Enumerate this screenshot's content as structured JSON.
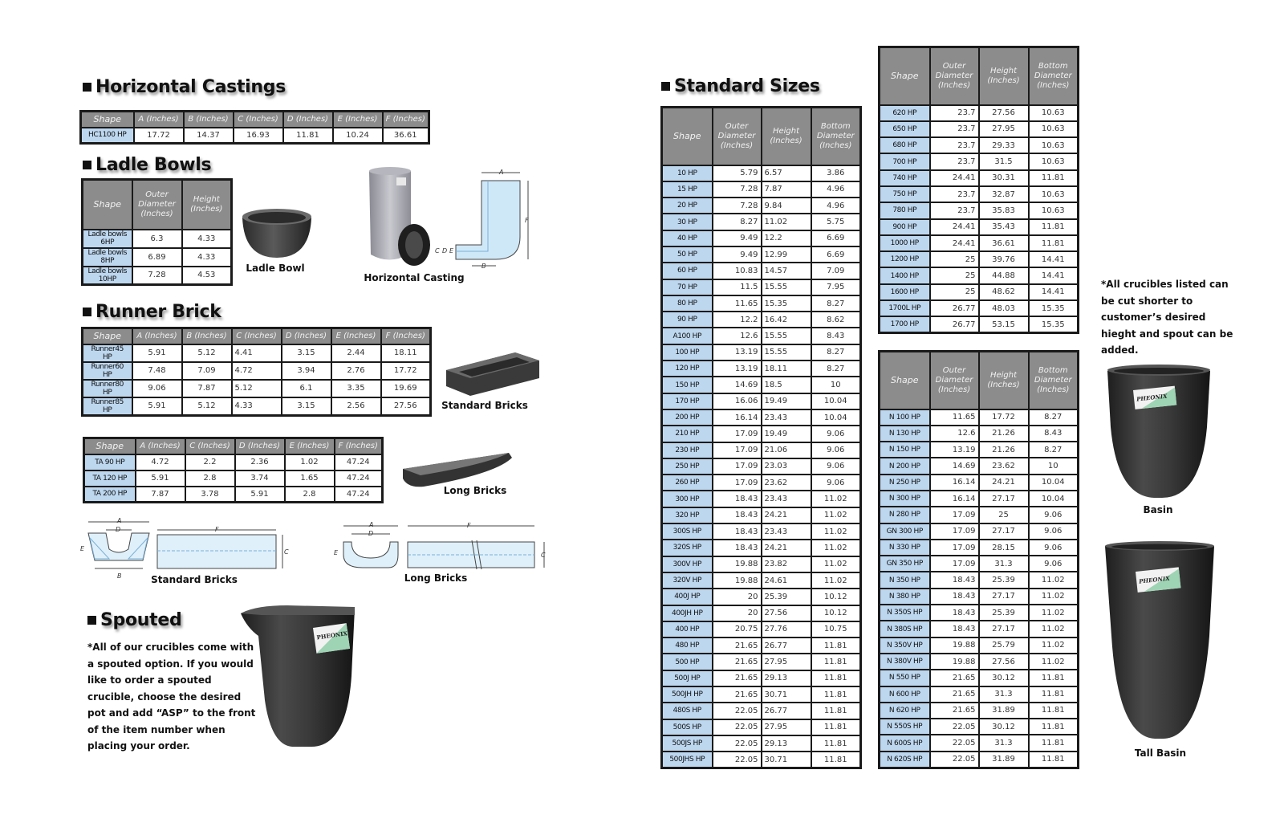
{
  "colors": {
    "header_bg": "#8c8c8c",
    "shape_cell_bg": "#bdd7ef",
    "border": "#1a1a1a"
  },
  "horizontal_castings": {
    "title": "Horizontal Castings",
    "columns": [
      "Shape",
      "A (Inches)",
      "B (Inches)",
      "C (Inches)",
      "D (Inches)",
      "E (Inches)",
      "F (Inches)"
    ],
    "rows": [
      [
        "HC1100 HP",
        "17.72",
        "14.37",
        "16.93",
        "11.81",
        "10.24",
        "36.61"
      ]
    ],
    "image_label": "Horizontal Casting",
    "diagram_labels": [
      "A",
      "B",
      "C",
      "D",
      "E",
      "F"
    ]
  },
  "ladle_bowls": {
    "title": "Ladle Bowls",
    "columns": [
      "Shape",
      "Outer Diameter (Inches)",
      "Height (Inches)"
    ],
    "rows": [
      [
        "Ladle bowls 6HP",
        "6.3",
        "4.33"
      ],
      [
        "Ladle bowls 8HP",
        "6.89",
        "4.33"
      ],
      [
        "Ladle bowls 10HP",
        "7.28",
        "4.53"
      ]
    ],
    "image_label": "Ladle Bowl"
  },
  "runner_brick": {
    "title": "Runner Brick",
    "columns": [
      "Shape",
      "A (Inches)",
      "B (Inches)",
      "C (Inches)",
      "D (Inches)",
      "E (Inches)",
      "F (Inches)"
    ],
    "rows": [
      [
        "Runner45 HP",
        "5.91",
        "5.12",
        "4.41",
        "3.15",
        "2.44",
        "18.11"
      ],
      [
        "Runner60 HP",
        "7.48",
        "7.09",
        "4.72",
        "3.94",
        "2.76",
        "17.72"
      ],
      [
        "Runner80 HP",
        "9.06",
        "7.87",
        "5.12",
        "6.1",
        "3.35",
        "19.69"
      ],
      [
        "Runner85 HP",
        "5.91",
        "5.12",
        "4.33",
        "3.15",
        "2.56",
        "27.56"
      ]
    ],
    "image_label": "Standard Bricks"
  },
  "long_bricks": {
    "columns": [
      "Shape",
      "A (Inches)",
      "C (Inches)",
      "D (Inches)",
      "E (Inches)",
      "F (Inches)"
    ],
    "rows": [
      [
        "TA 90 HP",
        "4.72",
        "2.2",
        "2.36",
        "1.02",
        "47.24"
      ],
      [
        "TA 120 HP",
        "5.91",
        "2.8",
        "3.74",
        "1.65",
        "47.24"
      ],
      [
        "TA 200 HP",
        "7.87",
        "3.78",
        "5.91",
        "2.8",
        "47.24"
      ]
    ],
    "image_label": "Long Bricks"
  },
  "diagrams": {
    "standard_label": "Standard Bricks",
    "long_label": "Long Bricks"
  },
  "spouted": {
    "title": "Spouted",
    "note": "*All of our crucibles come with a spouted option. If you would like to order a spouted crucible, choose the desired pot and add “ASP” to the front of the item number when placing your order."
  },
  "standard_sizes": {
    "title": "Standard Sizes",
    "columns": [
      "Shape",
      "Outer Diameter (Inches)",
      "Height (Inches)",
      "Bottom Diameter (Inches)"
    ],
    "rows": [
      [
        "10 HP",
        "5.79",
        "6.57",
        "3.86"
      ],
      [
        "15 HP",
        "7.28",
        "7.87",
        "4.96"
      ],
      [
        "20 HP",
        "7.28",
        "9.84",
        "4.96"
      ],
      [
        "30 HP",
        "8.27",
        "11.02",
        "5.75"
      ],
      [
        "40 HP",
        "9.49",
        "12.2",
        "6.69"
      ],
      [
        "50 HP",
        "9.49",
        "12.99",
        "6.69"
      ],
      [
        "60 HP",
        "10.83",
        "14.57",
        "7.09"
      ],
      [
        "70 HP",
        "11.5",
        "15.55",
        "7.95"
      ],
      [
        "80 HP",
        "11.65",
        "15.35",
        "8.27"
      ],
      [
        "90 HP",
        "12.2",
        "16.42",
        "8.62"
      ],
      [
        "A100 HP",
        "12.6",
        "15.55",
        "8.43"
      ],
      [
        "100 HP",
        "13.19",
        "15.55",
        "8.27"
      ],
      [
        "120 HP",
        "13.19",
        "18.11",
        "8.27"
      ],
      [
        "150 HP",
        "14.69",
        "18.5",
        "10"
      ],
      [
        "170 HP",
        "16.06",
        "19.49",
        "10.04"
      ],
      [
        "200 HP",
        "16.14",
        "23.43",
        "10.04"
      ],
      [
        "210 HP",
        "17.09",
        "19.49",
        "9.06"
      ],
      [
        "230 HP",
        "17.09",
        "21.06",
        "9.06"
      ],
      [
        "250 HP",
        "17.09",
        "23.03",
        "9.06"
      ],
      [
        "260 HP",
        "17.09",
        "23.62",
        "9.06"
      ],
      [
        "300 HP",
        "18.43",
        "23.43",
        "11.02"
      ],
      [
        "320 HP",
        "18.43",
        "24.21",
        "11.02"
      ],
      [
        "300S HP",
        "18.43",
        "23.43",
        "11.02"
      ],
      [
        "320S HP",
        "18.43",
        "24.21",
        "11.02"
      ],
      [
        "300V HP",
        "19.88",
        "23.82",
        "11.02"
      ],
      [
        "320V HP",
        "19.88",
        "24.61",
        "11.02"
      ],
      [
        "400J HP",
        "20",
        "25.39",
        "10.12"
      ],
      [
        "400JH HP",
        "20",
        "27.56",
        "10.12"
      ],
      [
        "400 HP",
        "20.75",
        "27.76",
        "10.75"
      ],
      [
        "480 HP",
        "21.65",
        "26.77",
        "11.81"
      ],
      [
        "500 HP",
        "21.65",
        "27.95",
        "11.81"
      ],
      [
        "500J HP",
        "21.65",
        "29.13",
        "11.81"
      ],
      [
        "500JH HP",
        "21.65",
        "30.71",
        "11.81"
      ],
      [
        "480S HP",
        "22.05",
        "26.77",
        "11.81"
      ],
      [
        "500S HP",
        "22.05",
        "27.95",
        "11.81"
      ],
      [
        "500JS HP",
        "22.05",
        "29.13",
        "11.81"
      ],
      [
        "500JHS HP",
        "22.05",
        "30.71",
        "11.81"
      ]
    ]
  },
  "large_sizes": {
    "columns": [
      "Shape",
      "Outer Diameter (Inches)",
      "Height (Inches)",
      "Bottom Diameter (Inches)"
    ],
    "rows": [
      [
        "620 HP",
        "23.7",
        "27.56",
        "10.63"
      ],
      [
        "650 HP",
        "23.7",
        "27.95",
        "10.63"
      ],
      [
        "680 HP",
        "23.7",
        "29.33",
        "10.63"
      ],
      [
        "700 HP",
        "23.7",
        "31.5",
        "10.63"
      ],
      [
        "740 HP",
        "24.41",
        "30.31",
        "11.81"
      ],
      [
        "750 HP",
        "23.7",
        "32.87",
        "10.63"
      ],
      [
        "780 HP",
        "23.7",
        "35.83",
        "10.63"
      ],
      [
        "900 HP",
        "24.41",
        "35.43",
        "11.81"
      ],
      [
        "1000 HP",
        "24.41",
        "36.61",
        "11.81"
      ],
      [
        "1200 HP",
        "25",
        "39.76",
        "14.41"
      ],
      [
        "1400 HP",
        "25",
        "44.88",
        "14.41"
      ],
      [
        "1600 HP",
        "25",
        "48.62",
        "14.41"
      ],
      [
        "1700L HP",
        "26.77",
        "48.03",
        "15.35"
      ],
      [
        "1700 HP",
        "26.77",
        "53.15",
        "15.35"
      ]
    ]
  },
  "n_sizes": {
    "columns": [
      "Shape",
      "Outer Diameter (Inches)",
      "Height (Inches)",
      "Bottom Diameter (Inches)"
    ],
    "rows": [
      [
        "N 100 HP",
        "11.65",
        "17.72",
        "8.27"
      ],
      [
        "N 130 HP",
        "12.6",
        "21.26",
        "8.43"
      ],
      [
        "N 150 HP",
        "13.19",
        "21.26",
        "8.27"
      ],
      [
        "N 200 HP",
        "14.69",
        "23.62",
        "10"
      ],
      [
        "N 250 HP",
        "16.14",
        "24.21",
        "10.04"
      ],
      [
        "N 300 HP",
        "16.14",
        "27.17",
        "10.04"
      ],
      [
        "N 280 HP",
        "17.09",
        "25",
        "9.06"
      ],
      [
        "GN 300 HP",
        "17.09",
        "27.17",
        "9.06"
      ],
      [
        "N 330 HP",
        "17.09",
        "28.15",
        "9.06"
      ],
      [
        "GN 350 HP",
        "17.09",
        "31.3",
        "9.06"
      ],
      [
        "N 350 HP",
        "18.43",
        "25.39",
        "11.02"
      ],
      [
        "N 380 HP",
        "18.43",
        "27.17",
        "11.02"
      ],
      [
        "N 350S HP",
        "18.43",
        "25.39",
        "11.02"
      ],
      [
        "N 380S HP",
        "18.43",
        "27.17",
        "11.02"
      ],
      [
        "N 350V HP",
        "19.88",
        "25.79",
        "11.02"
      ],
      [
        "N 380V HP",
        "19.88",
        "27.56",
        "11.02"
      ],
      [
        "N 550 HP",
        "21.65",
        "30.12",
        "11.81"
      ],
      [
        "N 600 HP",
        "21.65",
        "31.3",
        "11.81"
      ],
      [
        "N 620 HP",
        "21.65",
        "31.89",
        "11.81"
      ],
      [
        "N 550S HP",
        "22.05",
        "30.12",
        "11.81"
      ],
      [
        "N 600S HP",
        "22.05",
        "31.3",
        "11.81"
      ],
      [
        "N 620S HP",
        "22.05",
        "31.89",
        "11.81"
      ]
    ]
  },
  "side_note": "*All crucibles listed can be cut shorter to customer’s desired hieght and spout can be added.",
  "products": {
    "basin_label": "Basin",
    "tall_basin_label": "Tall Basin",
    "logo_text": "PHEONIX"
  }
}
